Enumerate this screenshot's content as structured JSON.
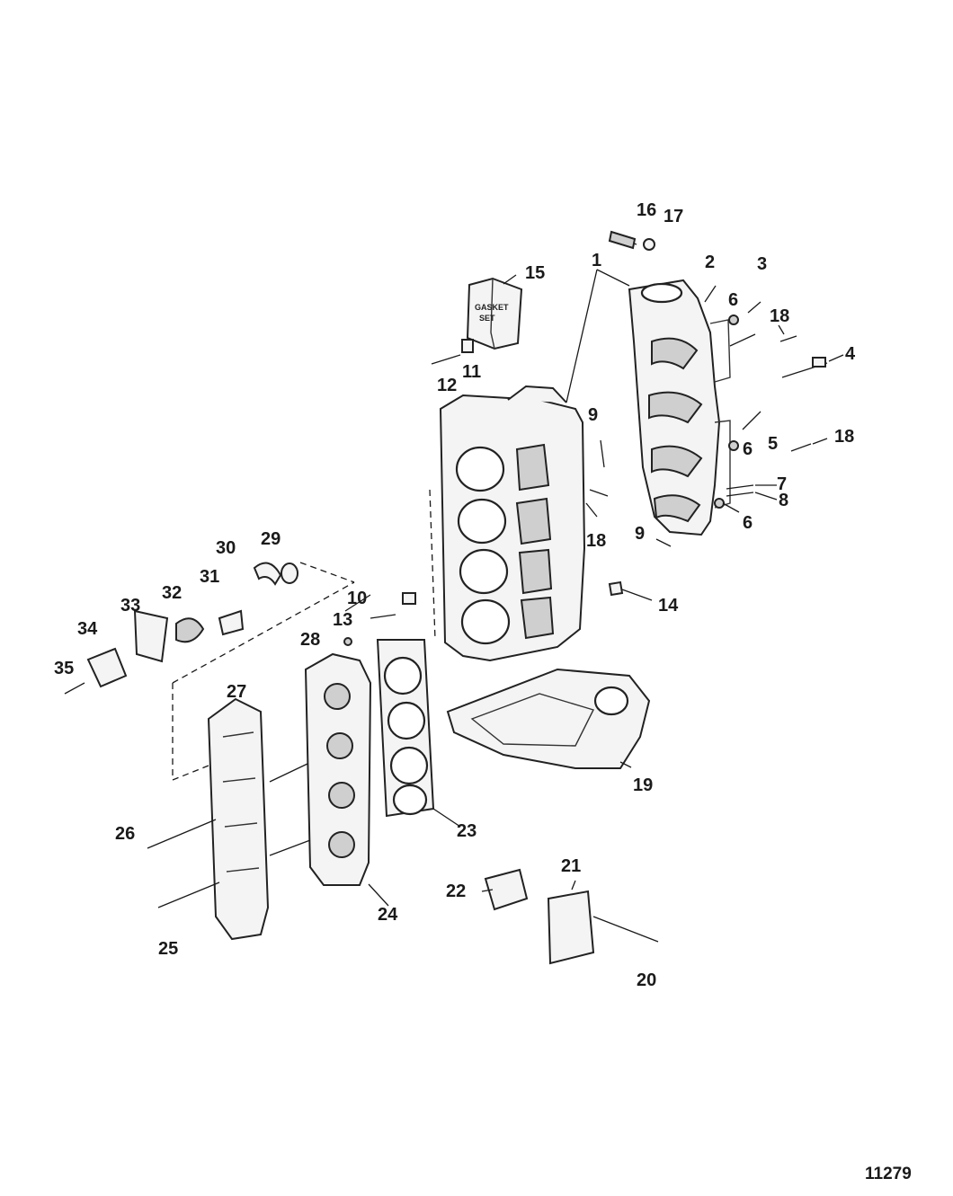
{
  "diagram": {
    "figure_number": "11279",
    "callouts": [
      "1",
      "2",
      "3",
      "4",
      "5",
      "6",
      "6",
      "6",
      "7",
      "8",
      "9",
      "9",
      "10",
      "11",
      "12",
      "13",
      "14",
      "15",
      "16",
      "17",
      "18",
      "18",
      "18",
      "19",
      "20",
      "21",
      "22",
      "23",
      "24",
      "25",
      "26",
      "27",
      "28",
      "29",
      "30",
      "31",
      "32",
      "33",
      "34",
      "35"
    ],
    "box_label_top": "GASKET",
    "box_label_bottom": "SET"
  }
}
